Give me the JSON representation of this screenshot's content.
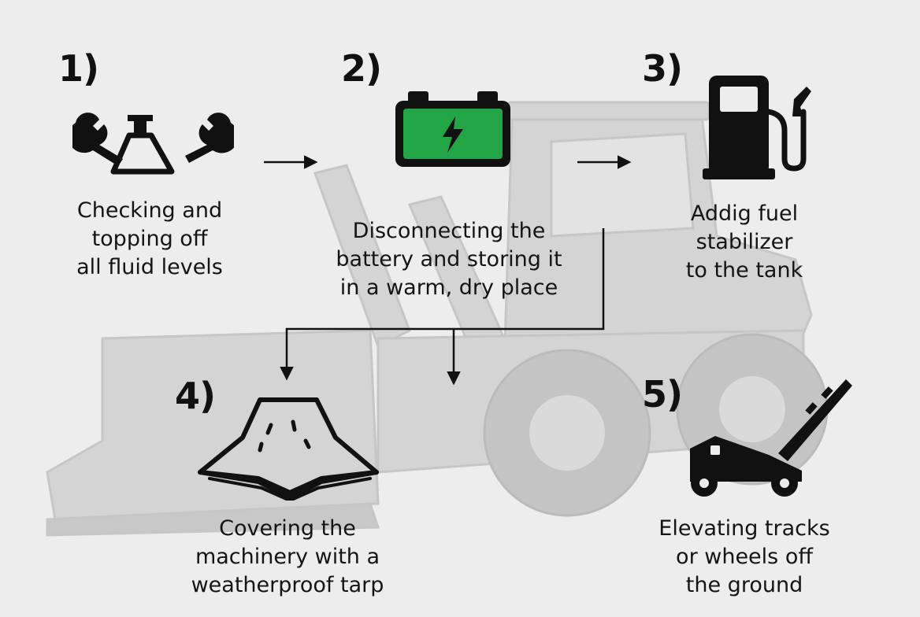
{
  "steps": [
    {
      "number": "1)",
      "icon": "wrench-oil-can-icon",
      "lines": [
        "Checking and",
        "topping off",
        "all fluid levels"
      ]
    },
    {
      "number": "2)",
      "icon": "battery-icon",
      "lines": [
        "Disconnecting the",
        "battery and storing it",
        "in a warm, dry place"
      ]
    },
    {
      "number": "3)",
      "icon": "fuel-pump-icon",
      "lines": [
        "Addig fuel",
        "stabilizer",
        "to the tank"
      ]
    },
    {
      "number": "4)",
      "icon": "tarp-icon",
      "lines": [
        "Covering the",
        "machinery with a",
        "weatherproof tarp"
      ]
    },
    {
      "number": "5)",
      "icon": "jack-icon",
      "lines": [
        "Elevating tracks",
        "or wheels off",
        "the ground"
      ]
    }
  ],
  "colors": {
    "background": "#ededed",
    "machine_silhouette": "#d2d2d2",
    "ink": "#111111",
    "battery_green": "#22a447"
  }
}
